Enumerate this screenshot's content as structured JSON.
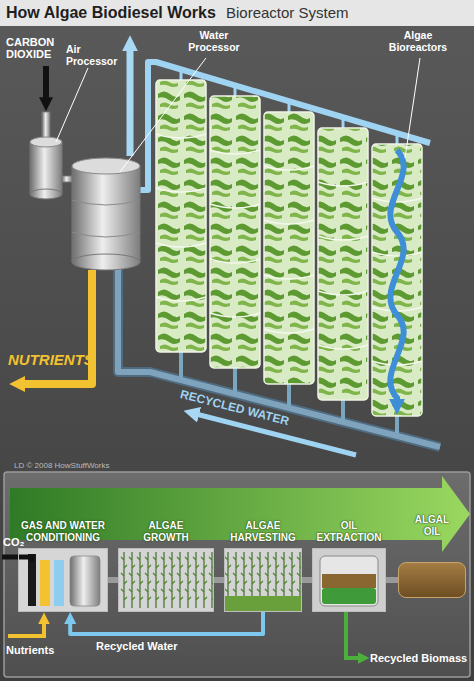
{
  "diagram": {
    "title": "How Algae Biodiesel Works",
    "nodes": [
      {
        "text": [
          "GAS AND WATER CONDITIONING"
        ]
      },
      {
        "text": [
          "ALGAE GROWTH"
        ]
      },
      {
        "text": [
          "ALGAE HARVESTING"
        ]
      },
      {
        "text": [
          "OIL EXTRACTION"
        ]
      },
      {
        "text": [
          "ALGAL OIL"
        ]
      }
    ],
    "edges": [
      {
        "from": 0,
        "to": 1,
        "arrow": "none"
      },
      {
        "from": 1,
        "to": 2,
        "arrow": "none"
      },
      {
        "from": 2,
        "to": 3,
        "arrow": "none"
      },
      {
        "from": 3,
        "to": 4,
        "arrow": "none"
      },
      {
        "from": 2,
        "to": 0,
        "label": "Recycled Water",
        "arrow": "to"
      }
    ],
    "labels": [
      "Bioreactor System",
      "CARBON DIOXIDE",
      "Air Processor",
      "Water Processor",
      "Algae Bioreactors",
      "NUTRIENTS",
      "RECYCLED WATER",
      "LD © 2008 HowStuffWorks",
      "CO₂",
      "Nutrients",
      "Recycled Biomass"
    ]
  }
}
